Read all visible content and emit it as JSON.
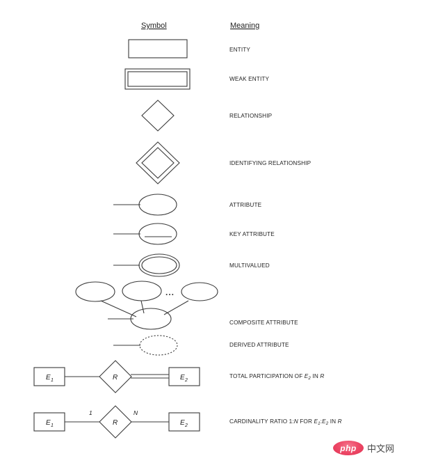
{
  "headers": {
    "symbol": "Symbol",
    "meaning": "Meaning"
  },
  "rows": [
    {
      "key": "entity",
      "meaning": "ENTITY",
      "symbol_type": "rectangle"
    },
    {
      "key": "weak-entity",
      "meaning": "WEAK ENTITY",
      "symbol_type": "double-rectangle"
    },
    {
      "key": "relationship",
      "meaning": "RELATIONSHIP",
      "symbol_type": "diamond"
    },
    {
      "key": "identifying-relationship",
      "meaning": "IDENTIFYING RELATIONSHIP",
      "symbol_type": "double-diamond"
    },
    {
      "key": "attribute",
      "meaning": "ATTRIBUTE",
      "symbol_type": "ellipse"
    },
    {
      "key": "key-attribute",
      "meaning": "KEY ATTRIBUTE",
      "symbol_type": "underlined-ellipse"
    },
    {
      "key": "multivalued",
      "meaning": "MULTIVALUED",
      "symbol_type": "double-ellipse"
    },
    {
      "key": "composite-attribute",
      "meaning": "COMPOSITE ATTRIBUTE",
      "symbol_type": "composite-ellipses"
    },
    {
      "key": "derived-attribute",
      "meaning": "DERIVED ATTRIBUTE",
      "symbol_type": "dashed-ellipse"
    },
    {
      "key": "total-participation",
      "meaning": "TOTAL PARTICIPATION OF E2 IN R",
      "symbol_type": "entity-relationship-double-line"
    },
    {
      "key": "cardinality-ratio",
      "meaning": "CARDINALITY RATIO 1:N FOR E1:E2 IN R",
      "symbol_type": "entity-relationship-cardinality"
    }
  ],
  "meaning_text": {
    "total_participation": {
      "part1": "TOTAL PARTICIPATION OF ",
      "entity": "E",
      "entity_sub": "2",
      "part2": " IN ",
      "relation": "R"
    },
    "cardinality_ratio": {
      "part1": "CARDINALITY RATIO 1:",
      "n": "N",
      "part2": " FOR ",
      "e1": "E",
      "e1_sub": "1",
      "colon": ":",
      "e2": "E",
      "e2_sub": "2",
      "part3": " IN ",
      "relation": "R"
    }
  },
  "symbol_labels": {
    "entity_1": "E",
    "entity_1_sub": "1",
    "entity_2": "E",
    "entity_2_sub": "2",
    "relationship": "R",
    "cardinality_one": "1",
    "cardinality_n": "N",
    "ellipsis": "..."
  },
  "watermark": {
    "logo_text": "php",
    "site_text": "中文网",
    "logo_color": "#e12f50"
  },
  "colors": {
    "stroke": "#3a3a3a",
    "text": "#1a1a1a",
    "background": "#ffffff"
  }
}
